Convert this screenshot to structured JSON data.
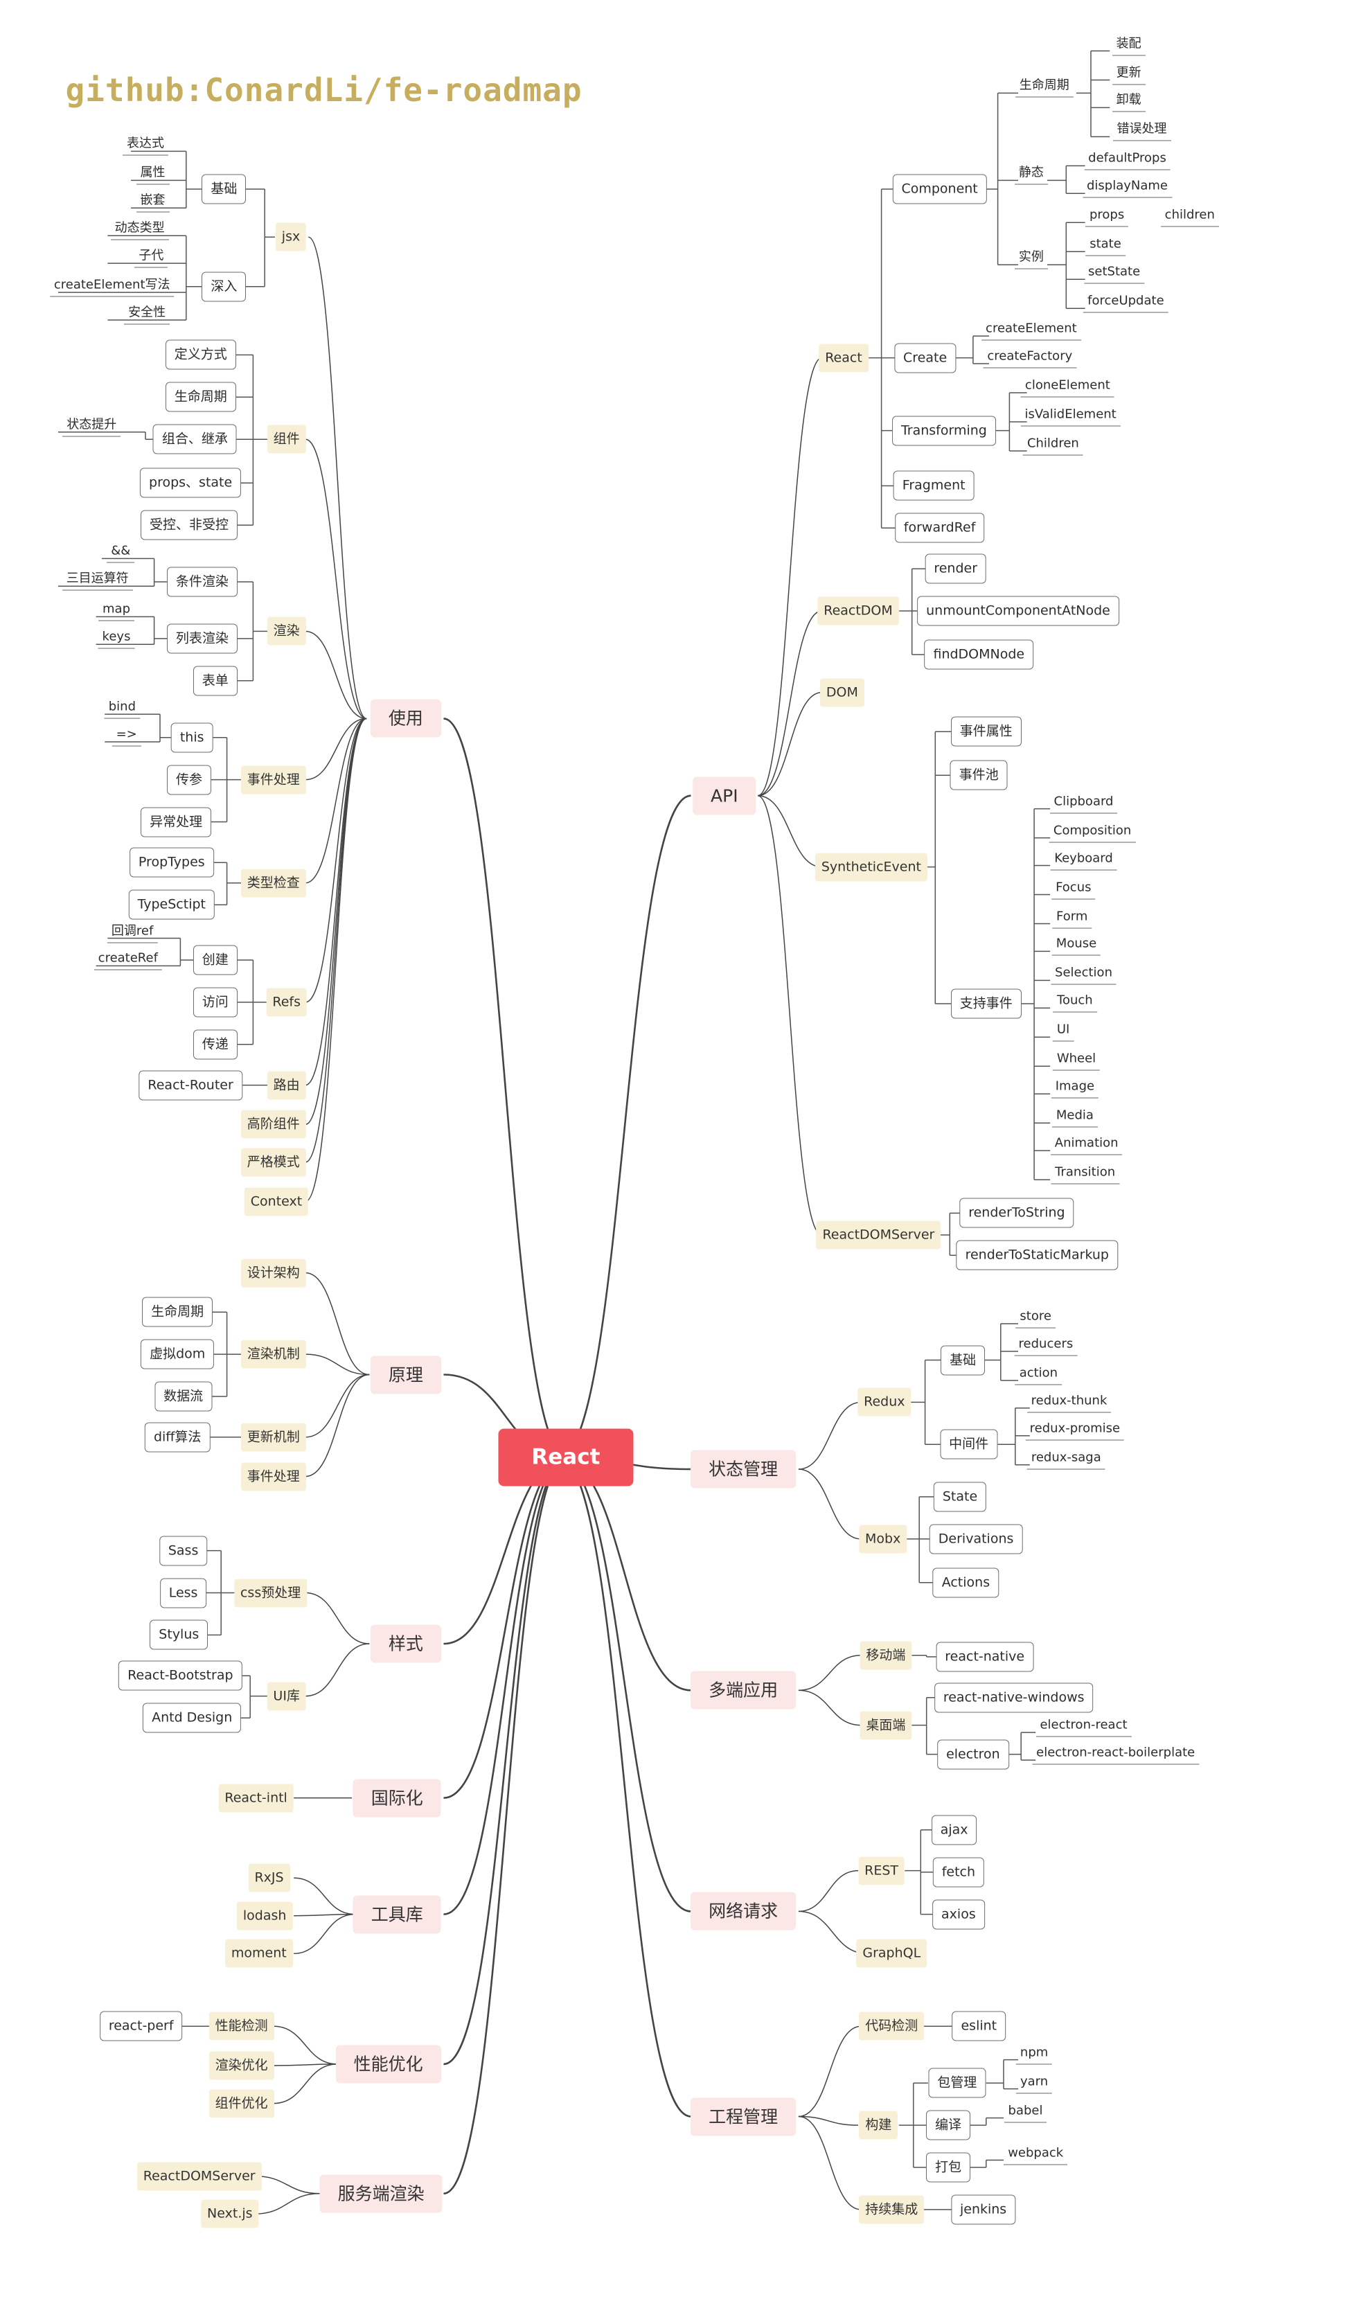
{
  "watermark": "github:ConardLi/fe-roadmap",
  "root": "React",
  "api": {
    "label": "API",
    "react": {
      "label": "React",
      "component": {
        "label": "Component",
        "lifecycle": {
          "label": "生命周期",
          "items": [
            "装配",
            "更新",
            "卸载",
            "错误处理"
          ]
        },
        "static": {
          "label": "静态",
          "items": [
            "defaultProps",
            "displayName"
          ]
        },
        "instance": {
          "label": "实例",
          "props": "props",
          "children": "children",
          "items": [
            "state",
            "setState",
            "forceUpdate"
          ]
        }
      },
      "create": {
        "label": "Create",
        "items": [
          "createElement",
          "createFactory"
        ]
      },
      "transforming": {
        "label": "Transforming",
        "items": [
          "cloneElement",
          "isValidElement",
          "Children"
        ]
      },
      "fragment": "Fragment",
      "forward_ref": "forwardRef"
    },
    "reactdom": {
      "label": "ReactDOM",
      "items": [
        "render",
        "unmountComponentAtNode",
        "findDOMNode"
      ]
    },
    "dom": "DOM",
    "synthetic_event": {
      "label": "SyntheticEvent",
      "attributes": "事件属性",
      "pool": "事件池",
      "supported": {
        "label": "支持事件",
        "items": [
          "Clipboard",
          "Composition",
          "Keyboard",
          "Focus",
          "Form",
          "Mouse",
          "Selection",
          "Touch",
          "UI",
          "Wheel",
          "Image",
          "Media",
          "Animation",
          "Transition"
        ]
      }
    },
    "reactdom_server": {
      "label": "ReactDOMServer",
      "items": [
        "renderToString",
        "renderToStaticMarkup"
      ]
    }
  },
  "usage": {
    "label": "使用",
    "jsx": {
      "label": "jsx",
      "basic": {
        "label": "基础",
        "items": [
          "表达式",
          "属性",
          "嵌套"
        ]
      },
      "deep": {
        "label": "深入",
        "items": [
          "动态类型",
          "子代",
          "createElement写法",
          "安全性"
        ]
      }
    },
    "component": {
      "label": "组件",
      "items": [
        "定义方式",
        "生命周期",
        "组合、继承",
        "props、state",
        "受控、非受控"
      ],
      "state_lift": "状态提升"
    },
    "render": {
      "label": "渲染",
      "conditional": {
        "label": "条件渲染",
        "items": [
          "&&",
          "三目运算符"
        ]
      },
      "list": {
        "label": "列表渲染",
        "items": [
          "map",
          "keys"
        ]
      },
      "form": "表单"
    },
    "events": {
      "label": "事件处理",
      "this": {
        "label": "this",
        "items": [
          "bind",
          "=>"
        ]
      },
      "params": "传参",
      "error": "异常处理"
    },
    "type_check": {
      "label": "类型检查",
      "items": [
        "PropTypes",
        "TypeSctipt"
      ]
    },
    "refs": {
      "label": "Refs",
      "create": {
        "label": "创建",
        "items": [
          "回调ref",
          "createRef"
        ]
      },
      "access": "访问",
      "forward": "传递"
    },
    "routing": {
      "label": "路由",
      "items": [
        "React-Router"
      ]
    },
    "hoc": "高阶组件",
    "strict": "严格模式",
    "context": "Context"
  },
  "principle": {
    "label": "原理",
    "architecture": "设计架构",
    "render_mech": {
      "label": "渲染机制",
      "items": [
        "生命周期",
        "虚拟dom",
        "数据流"
      ]
    },
    "update_mech": {
      "label": "更新机制",
      "items": [
        "diff算法"
      ]
    },
    "event_handling": "事件处理"
  },
  "style": {
    "label": "样式",
    "css_pre": {
      "label": "css预处理",
      "items": [
        "Sass",
        "Less",
        "Stylus"
      ]
    },
    "ui_lib": {
      "label": "UI库",
      "items": [
        "React-Bootstrap",
        "Antd Design"
      ]
    }
  },
  "i18n": {
    "label": "国际化",
    "items": [
      "React-intl"
    ]
  },
  "tools": {
    "label": "工具库",
    "items": [
      "RxJS",
      "lodash",
      "moment"
    ]
  },
  "perf": {
    "label": "性能优化",
    "detect": {
      "label": "性能检测",
      "items": [
        "react-perf"
      ]
    },
    "render_opt": "渲染优化",
    "comp_opt": "组件优化"
  },
  "ssr": {
    "label": "服务端渲染",
    "items": [
      "ReactDOMServer",
      "Next.js"
    ]
  },
  "state_mgmt": {
    "label": "状态管理",
    "redux": {
      "label": "Redux",
      "basic": {
        "label": "基础",
        "items": [
          "store",
          "reducers",
          "action"
        ]
      },
      "middleware": {
        "label": "中间件",
        "items": [
          "redux-thunk",
          "redux-promise",
          "redux-saga"
        ]
      }
    },
    "mobx": {
      "label": "Mobx",
      "items": [
        "State",
        "Derivations",
        "Actions"
      ]
    }
  },
  "multi": {
    "label": "多端应用",
    "mobile": {
      "label": "移动端",
      "items": [
        "react-native"
      ]
    },
    "desktop": {
      "label": "桌面端",
      "windows": "react-native-windows",
      "electron": {
        "label": "electron",
        "items": [
          "electron-react",
          "electron-react-boilerplate"
        ]
      }
    }
  },
  "network": {
    "label": "网络请求",
    "rest": {
      "label": "REST",
      "items": [
        "ajax",
        "fetch",
        "axios"
      ]
    },
    "graphql": "GraphQL"
  },
  "engineering": {
    "label": "工程管理",
    "lint": {
      "label": "代码检测",
      "items": [
        "eslint"
      ]
    },
    "build": {
      "label": "构建",
      "pkg": {
        "label": "包管理",
        "items": [
          "npm",
          "yarn"
        ]
      },
      "compile": {
        "label": "编译",
        "items": [
          "babel"
        ]
      },
      "bundle": {
        "label": "打包",
        "items": [
          "webpack"
        ]
      }
    },
    "ci": {
      "label": "持续集成",
      "items": [
        "jenkins"
      ]
    }
  }
}
